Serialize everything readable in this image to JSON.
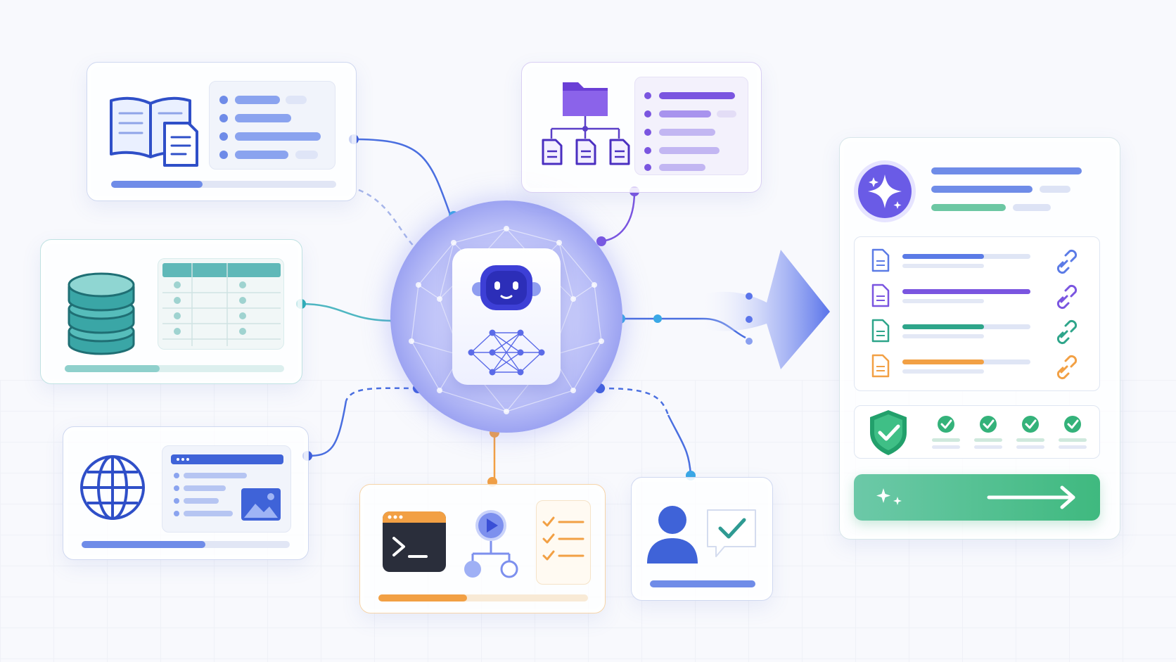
{
  "diagram": {
    "hub": {
      "icon": "robot-icon",
      "secondary_icon": "neural-network-icon",
      "accent": "#5b63e8"
    },
    "sources": [
      {
        "id": "knowledge",
        "icon": "open-book-document-icon",
        "accent": "#4a6fe0"
      },
      {
        "id": "files",
        "icon": "folder-tree-icon",
        "accent": "#7a55e0"
      },
      {
        "id": "database",
        "icon": "database-icon",
        "accent": "#2e9a9a"
      },
      {
        "id": "web",
        "icon": "globe-icon",
        "accent": "#3b63d8"
      },
      {
        "id": "code",
        "icon": "terminal-workflow-icon",
        "accent": "#f2a044"
      },
      {
        "id": "human",
        "icon": "user-approval-icon",
        "accent": "#3b6fe0"
      }
    ],
    "output": {
      "icon": "sparkle-icon",
      "citations": [
        {
          "icon": "document-icon",
          "link_icon": "link-icon",
          "color": "#5b7be6"
        },
        {
          "icon": "document-icon",
          "link_icon": "link-icon",
          "color": "#7a55e0"
        },
        {
          "icon": "document-icon",
          "link_icon": "link-icon",
          "color": "#2ea58a"
        },
        {
          "icon": "document-icon",
          "link_icon": "link-icon",
          "color": "#f2a044"
        }
      ],
      "verification_icon": "shield-check-icon",
      "checks": 4,
      "action_icon": "arrow-right-icon"
    }
  }
}
